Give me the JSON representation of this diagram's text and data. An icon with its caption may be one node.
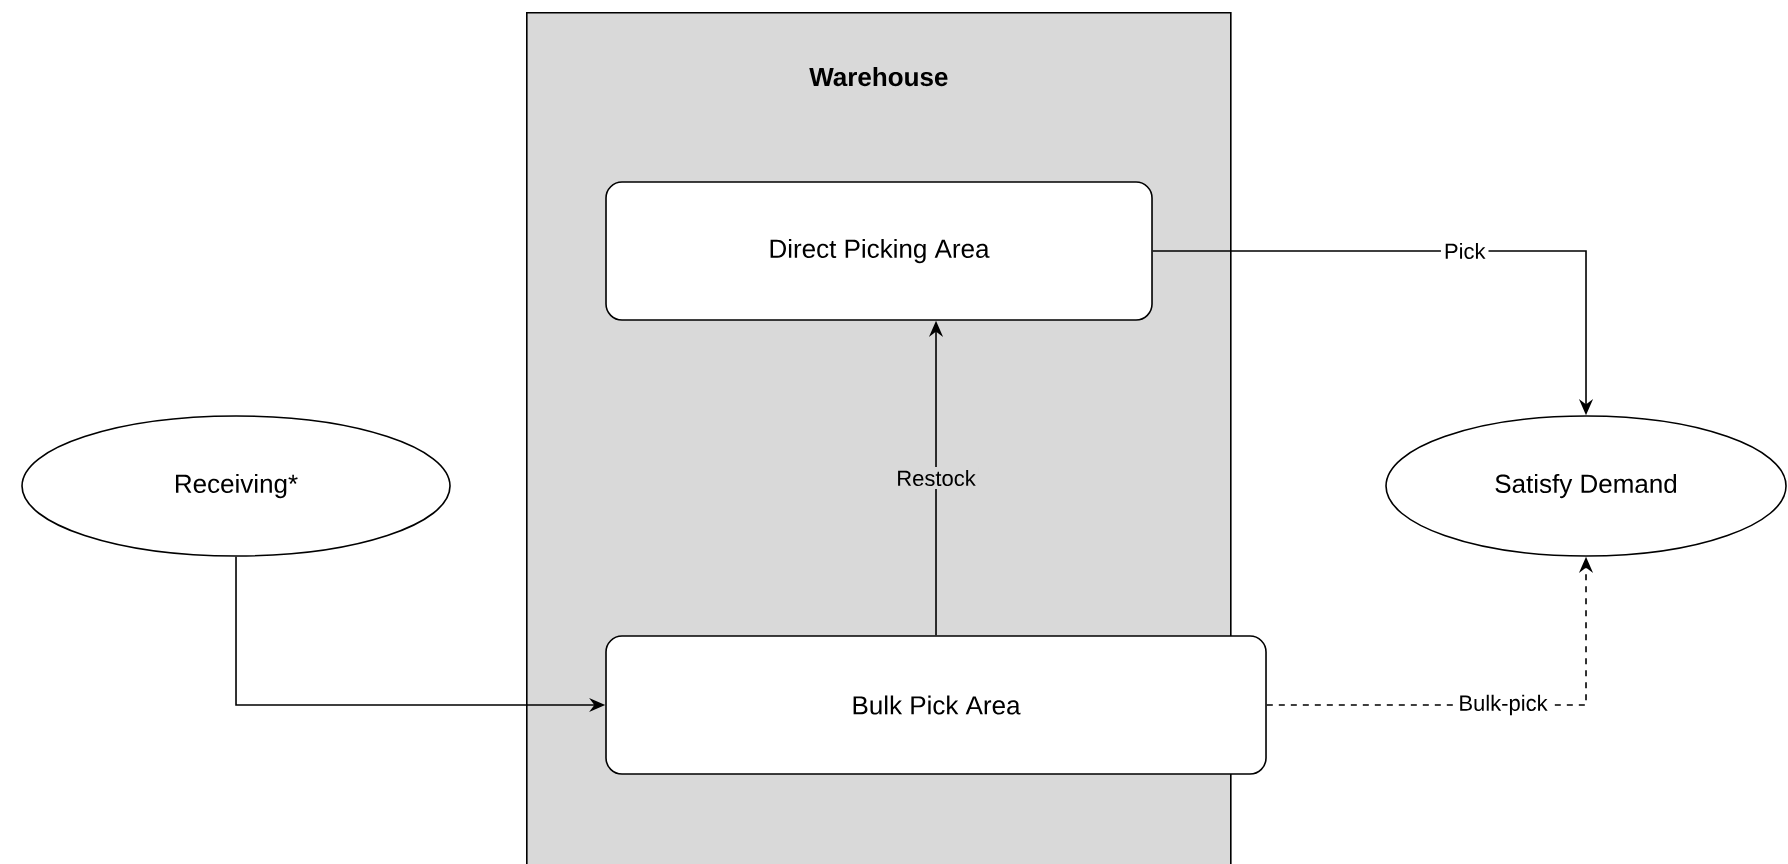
{
  "diagram": {
    "nodes": [
      {
        "text": [
          "Warehouse"
        ]
      },
      {
        "text": [
          "Direct Picking Area"
        ],
        "in": 0
      },
      {
        "text": [
          "Receiving*"
        ]
      },
      {
        "text": [
          "Satisfy Demand"
        ]
      },
      {
        "text": [
          "Bulk Pick Area"
        ]
      }
    ],
    "edges": [
      {
        "from": 2,
        "to": 4,
        "arrow": "to"
      },
      {
        "from": 4,
        "to": 1,
        "arrow": "to",
        "label": "Restock"
      },
      {
        "from": 1,
        "to": 3,
        "arrow": "to",
        "label": "Pick"
      },
      {
        "from": 4,
        "to": 3,
        "arrow": "to",
        "label": "Bulk-pick",
        "style": "dashed"
      }
    ]
  }
}
